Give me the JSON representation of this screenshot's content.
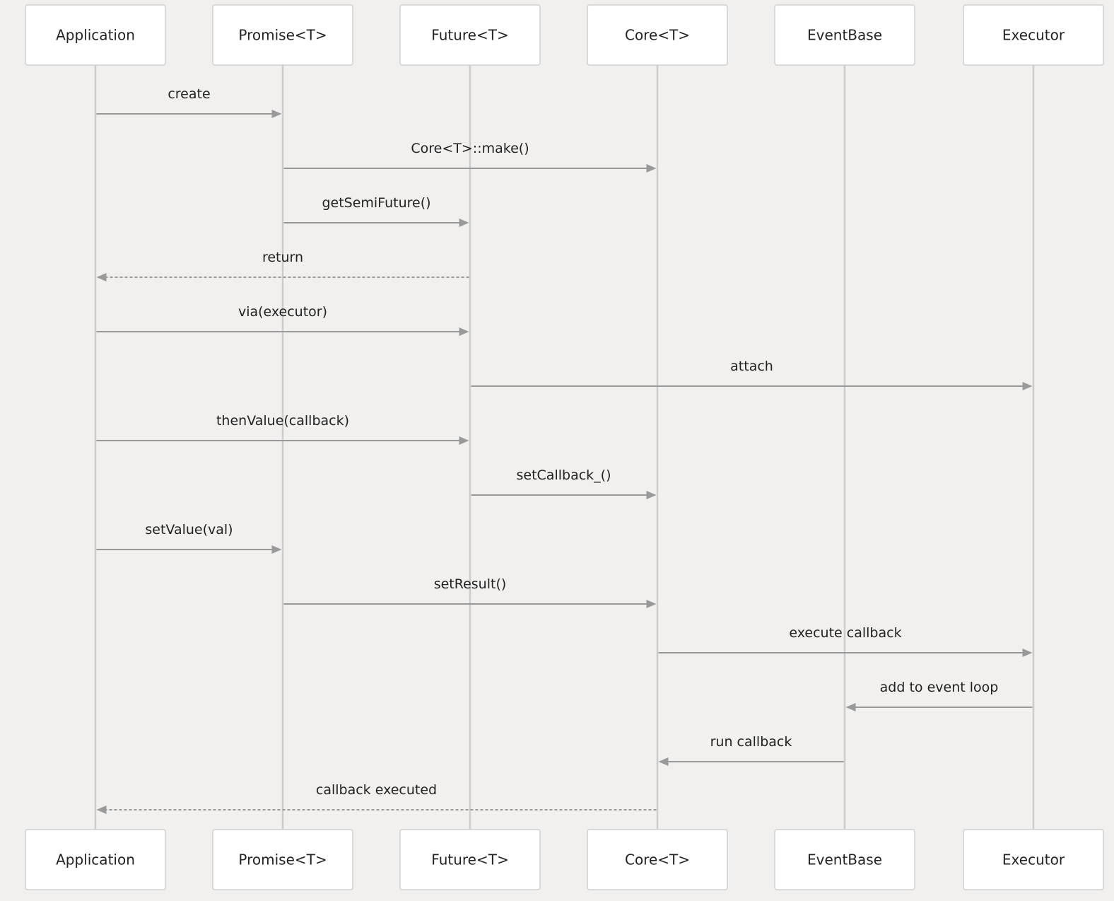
{
  "participants": [
    "Application",
    "Promise<T>",
    "Future<T>",
    "Core<T>",
    "EventBase",
    "Executor"
  ],
  "messages": [
    {
      "from": 0,
      "to": 1,
      "label": "create",
      "style": "solid"
    },
    {
      "from": 1,
      "to": 3,
      "label": "Core<T>::make()",
      "style": "solid"
    },
    {
      "from": 1,
      "to": 2,
      "label": "getSemiFuture()",
      "style": "solid"
    },
    {
      "from": 2,
      "to": 0,
      "label": "return",
      "style": "dashed"
    },
    {
      "from": 0,
      "to": 2,
      "label": "via(executor)",
      "style": "solid"
    },
    {
      "from": 2,
      "to": 5,
      "label": "attach",
      "style": "solid"
    },
    {
      "from": 0,
      "to": 2,
      "label": "thenValue(callback)",
      "style": "solid"
    },
    {
      "from": 2,
      "to": 3,
      "label": "setCallback_()",
      "style": "solid"
    },
    {
      "from": 0,
      "to": 1,
      "label": "setValue(val)",
      "style": "solid"
    },
    {
      "from": 1,
      "to": 3,
      "label": "setResult()",
      "style": "solid"
    },
    {
      "from": 3,
      "to": 5,
      "label": "execute callback",
      "style": "solid"
    },
    {
      "from": 5,
      "to": 4,
      "label": "add to event loop",
      "style": "solid"
    },
    {
      "from": 4,
      "to": 3,
      "label": "run callback",
      "style": "solid"
    },
    {
      "from": 3,
      "to": 0,
      "label": "callback executed",
      "style": "dashed"
    }
  ]
}
